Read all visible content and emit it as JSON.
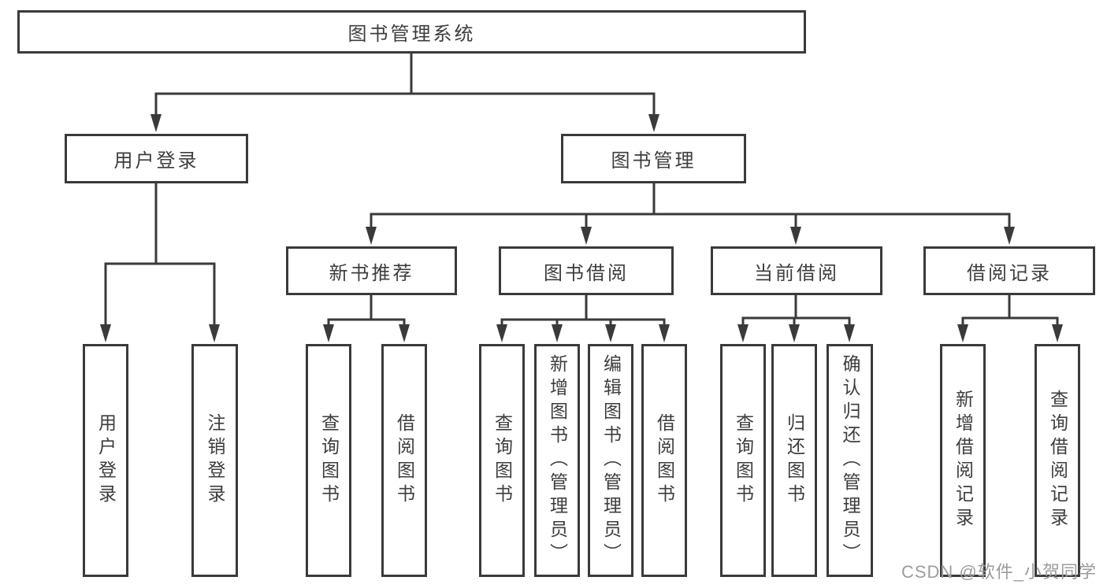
{
  "tree": {
    "label": "图书管理系统",
    "children": [
      {
        "label": "用户登录",
        "children": [
          {
            "label": "用户登录"
          },
          {
            "label": "注销登录"
          }
        ]
      },
      {
        "label": "图书管理",
        "children": [
          {
            "label": "新书推荐",
            "children": [
              {
                "label": "查询图书"
              },
              {
                "label": "借阅图书"
              }
            ]
          },
          {
            "label": "图书借阅",
            "children": [
              {
                "label": "查询图书"
              },
              {
                "label": "新增图书（管理员）"
              },
              {
                "label": "编辑图书（管理员）"
              },
              {
                "label": "借阅图书"
              }
            ]
          },
          {
            "label": "当前借阅",
            "children": [
              {
                "label": "查询图书"
              },
              {
                "label": "归还图书"
              },
              {
                "label": "确认归还（管理员）"
              }
            ]
          },
          {
            "label": "借阅记录",
            "children": [
              {
                "label": "新增借阅记录"
              },
              {
                "label": "查询借阅记录"
              }
            ]
          }
        ]
      }
    ]
  },
  "watermark": "CSDN @软件_小贺同学",
  "colors": {
    "line": "#3a3a3a",
    "text": "#3d3d3d",
    "watermark": "#9c9c9c",
    "background": "#ffffff"
  }
}
